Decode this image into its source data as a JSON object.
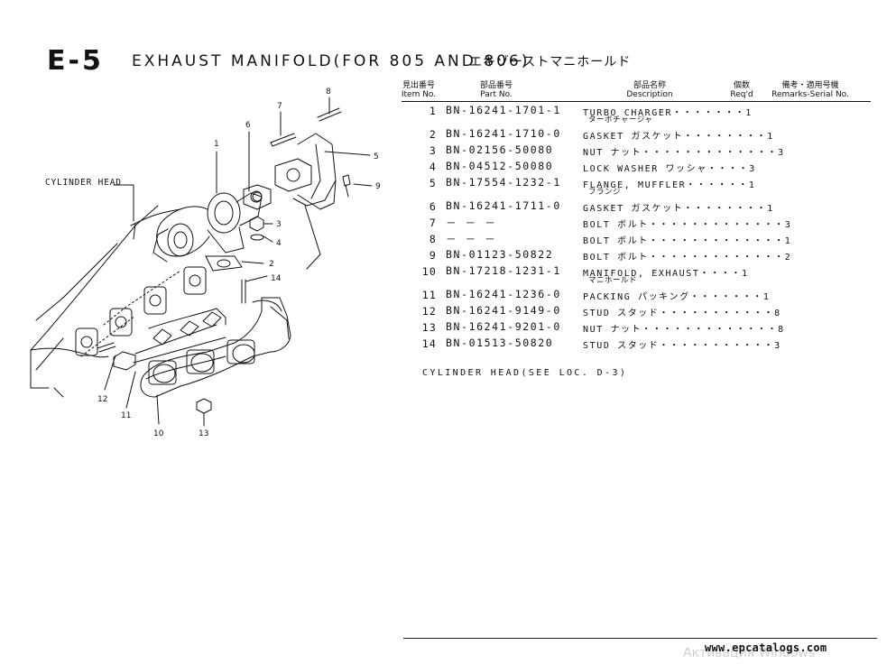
{
  "header": {
    "section_code": "E-5",
    "title": "EXHAUST MANIFOLD(FOR 805 AND 806)",
    "title_jp": "エキゾーストマニホールド"
  },
  "columns": {
    "item_jp": "見出番号",
    "item": "Item No.",
    "part_jp": "部品番号",
    "part": "Part No.",
    "desc_jp": "部品名称",
    "desc": "Description",
    "qty_jp": "個数",
    "qty": "Req'd",
    "remarks_jp": "備考・適用号機",
    "remarks": "Remarks-Serial No."
  },
  "parts": [
    {
      "no": "1",
      "part": "BN-16241-1701-1",
      "desc": "TURBO CHARGER・・・・・・・1",
      "sub": "ターボチャージャ"
    },
    {
      "no": "2",
      "part": "BN-16241-1710-0",
      "desc": "GASKET ガスケット・・・・・・・・1",
      "sub": ""
    },
    {
      "no": "3",
      "part": "BN-02156-50080",
      "desc": "NUT ナット・・・・・・・・・・・・・3",
      "sub": ""
    },
    {
      "no": "4",
      "part": "BN-04512-50080",
      "desc": "LOCK WASHER ワッシャ・・・・3",
      "sub": ""
    },
    {
      "no": "5",
      "part": "BN-17554-1232-1",
      "desc": "FLANGE, MUFFLER・・・・・・1",
      "sub": "フランジ"
    },
    {
      "no": "6",
      "part": "BN-16241-1711-0",
      "desc": "GASKET ガスケット・・・・・・・・1",
      "sub": ""
    },
    {
      "no": "7",
      "part": "－ － －",
      "desc": "BOLT ボルト・・・・・・・・・・・・・3",
      "sub": ""
    },
    {
      "no": "8",
      "part": "－ － －",
      "desc": "BOLT ボルト・・・・・・・・・・・・・1",
      "sub": ""
    },
    {
      "no": "9",
      "part": "BN-01123-50822",
      "desc": "BOLT ボルト・・・・・・・・・・・・・2",
      "sub": ""
    },
    {
      "no": "10",
      "part": "BN-17218-1231-1",
      "desc": "MANIFOLD, EXHAUST・・・・1",
      "sub": "マニホールド"
    },
    {
      "no": "11",
      "part": "BN-16241-1236-0",
      "desc": "PACKING パッキング・・・・・・・1",
      "sub": ""
    },
    {
      "no": "12",
      "part": "BN-16241-9149-0",
      "desc": "STUD スタッド・・・・・・・・・・・8",
      "sub": ""
    },
    {
      "no": "13",
      "part": "BN-16241-9201-0",
      "desc": "NUT ナット・・・・・・・・・・・・・8",
      "sub": ""
    },
    {
      "no": "14",
      "part": "BN-01513-50820",
      "desc": "STUD スタッド・・・・・・・・・・・3",
      "sub": ""
    }
  ],
  "note": "CYLINDER HEAD(SEE LOC. D-3)",
  "diagram": {
    "cylinder_head_label": "CYLINDER HEAD",
    "callouts": [
      "1",
      "2",
      "3",
      "4",
      "5",
      "6",
      "7",
      "8",
      "9",
      "10",
      "11",
      "12",
      "13",
      "14"
    ]
  },
  "footer": {
    "url": "www.epcatalogs.com",
    "watermark": "Активация Windows"
  }
}
